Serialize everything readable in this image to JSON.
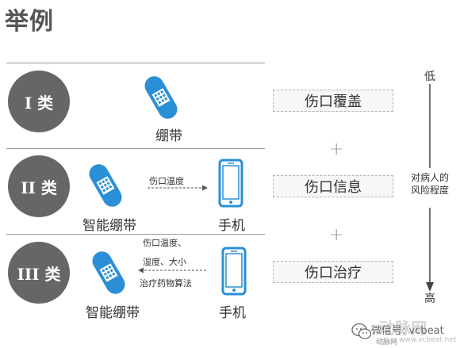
{
  "title": "举例",
  "rows": [
    {
      "class_label": "I 类",
      "device_label": "绷带"
    },
    {
      "class_label": "II 类",
      "device_label": "智能绷带",
      "phone_label": "手机",
      "arrow_label": "伤口温度"
    },
    {
      "class_label": "III 类",
      "device_label": "智能绷带",
      "phone_label": "手机",
      "arrow_label_top_1": "伤口温度、",
      "arrow_label_top_2": "湿度、大小",
      "arrow_label_bottom": "治疗药物算法"
    }
  ],
  "boxes": [
    "伤口覆盖",
    "伤口信息",
    "伤口治疗"
  ],
  "plus": "+",
  "axis": {
    "low": "低",
    "mid_1": "对病人的",
    "mid_2": "风险程度",
    "high": "高"
  },
  "watermark": {
    "brand": "动脉网",
    "wechat": "微信号: vcbeat",
    "sub_brand": "动脉网",
    "url": "www.vcbeat.net"
  },
  "colors": {
    "bandage": "#2a8fd6",
    "circle": "#666666",
    "arrow_axis": "#444444"
  }
}
